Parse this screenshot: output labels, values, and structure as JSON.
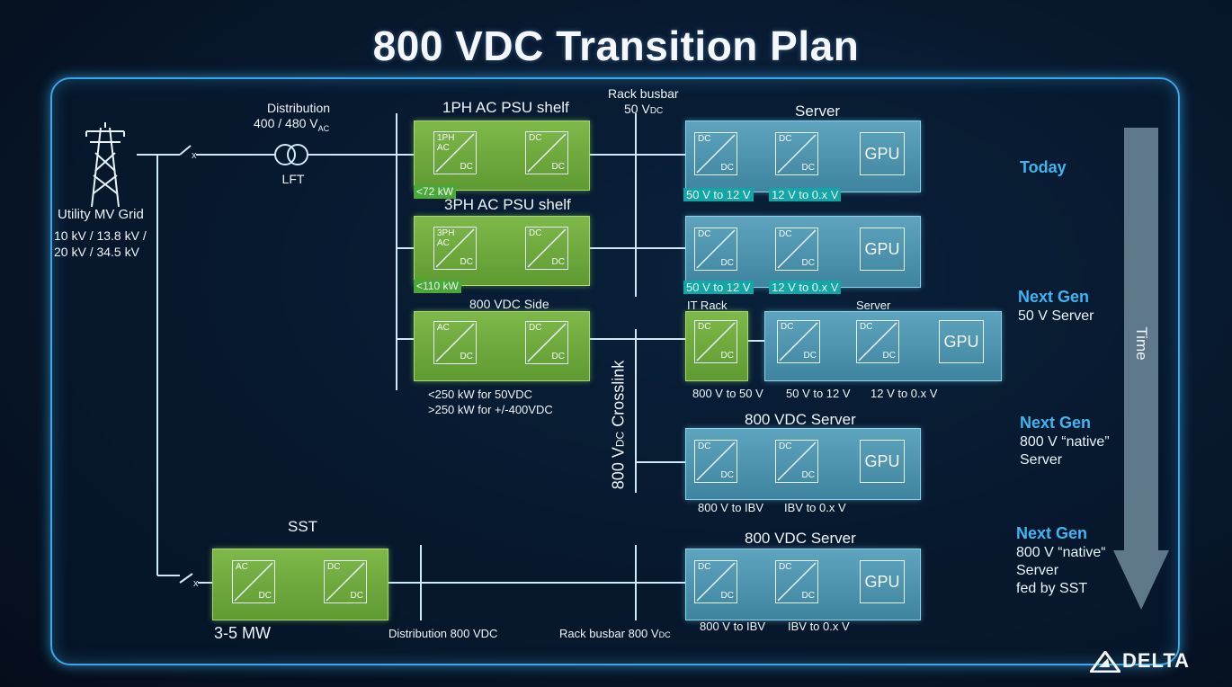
{
  "title": "800 VDC Transition Plan",
  "grid": {
    "label": "Utility MV Grid",
    "voltages_1": "10 kV / 13.8 kV /",
    "voltages_2": "20 kV / 34.5 kV"
  },
  "distribution": {
    "label": "Distribution",
    "voltage": "400 / 480 V",
    "unit_sub": "AC",
    "lft": "LFT"
  },
  "rack_busbar_top": {
    "label": "Rack busbar",
    "voltage": "50 V",
    "unit_sub": "DC"
  },
  "psu1": {
    "title": "1PH AC PSU shelf",
    "conv1_top": "1PH\nAC",
    "conv1_bottom": "DC",
    "conv2_top": "DC",
    "conv2_bottom": "DC",
    "tag": "<72 kW"
  },
  "psu3": {
    "title": "3PH AC PSU shelf",
    "conv1_top": "3PH\nAC",
    "conv1_bottom": "DC",
    "conv2_top": "DC",
    "conv2_bottom": "DC",
    "tag": "<110 kW"
  },
  "sidecar": {
    "title": "800 VDC Side",
    "conv1_top": "AC",
    "conv1_bottom": "DC",
    "conv2_top": "DC",
    "conv2_bottom": "DC",
    "note1": "<250 kW for 50VDC",
    "note2": ">250 kW for +/-400VDC"
  },
  "crosslink": {
    "label": "800 V",
    "unit_sub": "DC",
    "suffix": " Crosslink"
  },
  "server_label": "Server",
  "gpu": "GPU",
  "dc": "DC",
  "server1": {
    "tag1": "50 V to 12 V",
    "tag2": "12 V to 0.x V"
  },
  "server2": {
    "tag1": "50 V to 12 V",
    "tag2": "12 V to 0.x V"
  },
  "server3": {
    "it_rack": "IT Rack",
    "server": "Server",
    "l1": "800 V to 50 V",
    "l2": "50 V to 12 V",
    "l3": "12 V to 0.x V"
  },
  "server4": {
    "title": "800 VDC Server",
    "l1": "800 V to IBV",
    "l2": "IBV to 0.x V"
  },
  "server5": {
    "title": "800 VDC Server",
    "l1": "800 V to IBV",
    "l2": "IBV to 0.x V"
  },
  "sst": {
    "title": "SST",
    "conv1_top": "AC",
    "conv1_bottom": "DC",
    "conv2_top": "DC",
    "conv2_bottom": "DC",
    "rating": "3-5 MW"
  },
  "bottom": {
    "distribution": "Distribution 800 VDC",
    "rack_busbar": "Rack busbar 800 V",
    "unit_sub": "DC"
  },
  "eras": [
    {
      "head": "Today",
      "body": ""
    },
    {
      "head": "Next Gen",
      "body": "50 V Server"
    },
    {
      "head": "Next Gen",
      "body": "800 V “native”\nServer"
    },
    {
      "head": "Next Gen",
      "body": "800 V “native“\nServer\nfed by SST"
    }
  ],
  "time": "Time",
  "logo": "DELTA",
  "colors": {
    "accent": "#3aa7e6",
    "green_box": "#6fa93e",
    "blue_box": "#4f94b0",
    "era_head": "#3fb6f2",
    "tag_green": "#49a83a",
    "tag_teal": "#13a6a6"
  }
}
